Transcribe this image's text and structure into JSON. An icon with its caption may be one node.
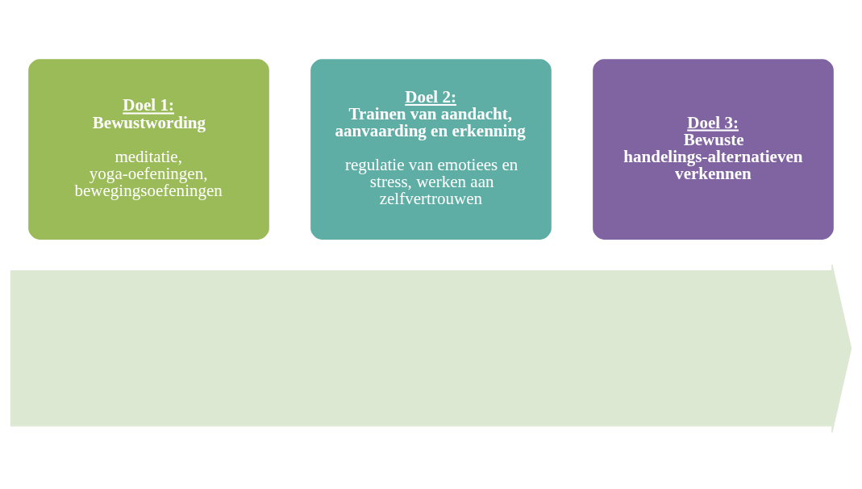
{
  "diagram": {
    "nodes": [
      {
        "text": [],
        "shape": "arrow"
      },
      {
        "text": [
          "Doel 1:",
          "Bewustwording",
          "meditatie, yoga-oefeningen, bewegingsoefeningen"
        ]
      },
      {
        "text": [
          "Doel 2:",
          "Trainen van aandacht, aanvaarding en erkenning",
          "regulatie van emotiees en stress, werken aan zelfvertrouwen"
        ]
      },
      {
        "text": [
          "Doel 3:",
          "Bewuste handelings-alternatieven verkennen"
        ]
      }
    ]
  }
}
